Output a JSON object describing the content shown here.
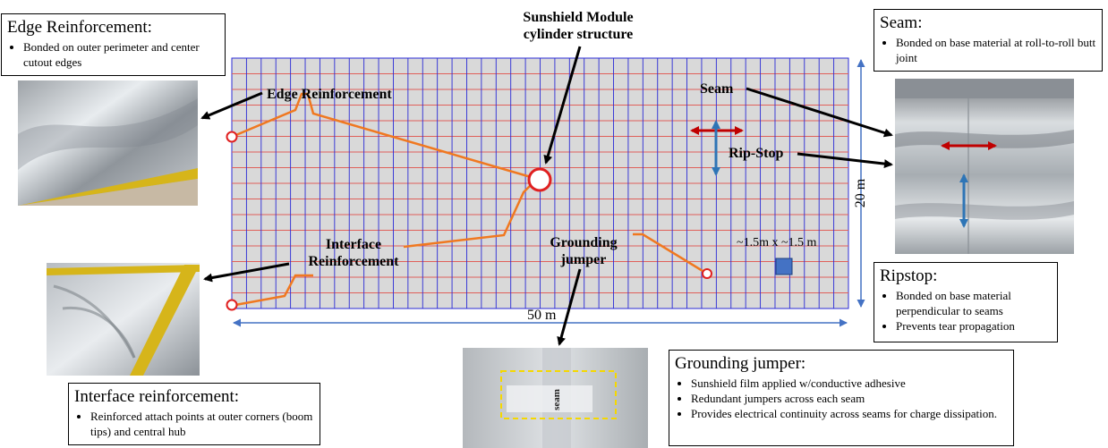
{
  "boxes": {
    "edge": {
      "title": "Edge Reinforcement:",
      "bullets": [
        "Bonded on outer perimeter and center cutout edges"
      ]
    },
    "seam": {
      "title": "Seam:",
      "bullets": [
        "Bonded on base material at roll-to-roll butt joint"
      ]
    },
    "ripstop": {
      "title": "Ripstop:",
      "bullets": [
        "Bonded on base material perpendicular to seams",
        "Prevents tear propagation"
      ]
    },
    "grounding": {
      "title": "Grounding jumper:",
      "bullets": [
        "Sunshield film applied w/conductive adhesive",
        "Redundant jumpers across each seam",
        "Provides electrical continuity across seams for charge dissipation."
      ]
    },
    "interface": {
      "title": "Interface reinforcement:",
      "bullets": [
        "Reinforced attach points at outer corners (boom tips) and central hub"
      ]
    }
  },
  "labels": {
    "sunshield": "Sunshield Module cylinder structure",
    "edge_reinforcement": "Edge Reinforcement",
    "seam": "Seam",
    "ripstop": "Rip-Stop",
    "interface": "Interface Reinforcement",
    "grounding": "Grounding jumper",
    "cell_size": "~1.5m x ~1.5 m",
    "width": "50 m",
    "height": "20 m",
    "seam_photo_text": "seam"
  },
  "colors": {
    "grid_fill": "#d9d9d9",
    "grid_vertical": "#2b2bd6",
    "grid_horizontal": "#e0605a",
    "reinforcement": "#f07820",
    "marker": "#e02020",
    "seam_arrow": "#c00000",
    "ripstop_arrow": "#2e75b6",
    "dimension": "#4472c4",
    "cell_square": "#4472c4",
    "jumper_box": "#f5d800"
  }
}
